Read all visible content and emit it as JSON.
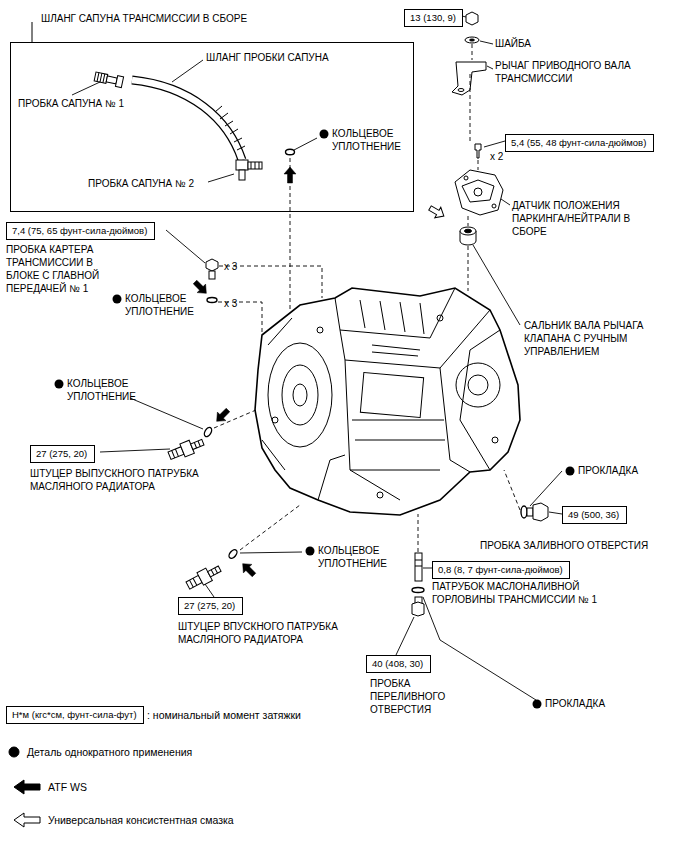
{
  "diagram": {
    "nodes": [
      {
        "text": [
          "ШЛАНГ САПУНА ТРАНСМИССИИ В СБОРЕ"
        ]
      },
      {
        "text": [
          "13 (130, 9)"
        ]
      },
      {
        "text": [
          "5,4 (55, 48 фунт-сила-дюймов)"
        ]
      },
      {
        "text": [
          "7,4 (75, 65 фунт-сила-дюймов)"
        ]
      },
      {
        "text": [
          "27 (275, 20)"
        ]
      },
      {
        "text": [
          "49 (500, 36)"
        ]
      },
      {
        "text": [
          "0,8 (8, 7 фунт-сила-дюймов)"
        ]
      },
      {
        "text": [
          "27 (275, 20)"
        ]
      },
      {
        "text": [
          "40 (408, 30)"
        ]
      },
      {
        "text": [
          "Н*м (кгс*см, фунт-сила-фут)"
        ]
      }
    ],
    "labels": [
      "ШЛАНГ ПРОБКИ САПУНА",
      "ПРОБКА САПУНА № 1",
      "КОЛЬЦЕВОЕ УПЛОТНЕНИЕ",
      "ПРОБКА САПУНА № 2",
      "ШАЙБА",
      "РЫЧАГ ПРИВОДНОГО ВАЛА ТРАНСМИССИИ",
      "x 2",
      "ДАТЧИК ПОЛОЖЕНИЯ ПАРКИНГА/НЕЙТРАЛИ В СБОРЕ",
      "ПРОБКА КАРТЕРА ТРАНСМИССИИ В БЛОКЕ С ГЛАВНОЙ ПЕРЕДАЧЕЙ № 1",
      "x 3",
      "КОЛЬЦЕВОЕ УПЛОТНЕНИЕ",
      "x 3",
      "САЛЬНИК ВАЛА РЫЧАГА КЛАПАНА С РУЧНЫМ УПРАВЛЕНИЕМ",
      "КОЛЬЦЕВОЕ УПЛОТНЕНИЕ",
      "ПРОКЛАДКА",
      "ШТУЦЕР ВЫПУСКНОГО ПАТРУБКА МАСЛЯНОГО РАДИАТОРА",
      "ПРОБКА ЗАЛИВНОГО ОТВЕРСТИЯ",
      "КОЛЬЦЕВОЕ УПЛОТНЕНИЕ",
      "ПАТРУБОК МАСЛОНАЛИВНОЙ ГОРЛОВИНЫ ТРАНСМИССИИ № 1",
      "ШТУЦЕР ВПУСКНОГО ПАТРУБКА МАСЛЯНОГО РАДИАТОРА",
      "ПРОБКА ПЕРЕЛИВНОГО ОТВЕРСТИЯ",
      "ПРОКЛАДКА"
    ],
    "legend": [
      {
        "text": ": номинальный момент затяжки"
      },
      {
        "text": "Деталь однократного применения"
      },
      {
        "text": "ATF WS"
      },
      {
        "text": "Универсальная консистентная смазка"
      }
    ]
  }
}
